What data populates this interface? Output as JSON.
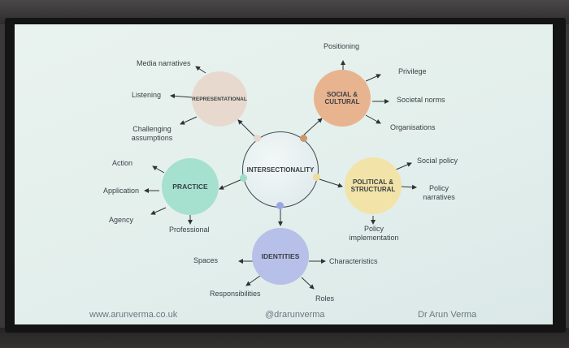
{
  "center": {
    "label": "INTERSECTIONALITY"
  },
  "nodes": [
    {
      "id": "representational",
      "label": "REPRESENTATIONAL",
      "color": "#e7d9cd",
      "children": [
        "Media narratives",
        "Listening",
        "Challenging assumptions"
      ]
    },
    {
      "id": "social-cultural",
      "label": "SOCIAL & CULTURAL",
      "color": "#e8b48f",
      "children": [
        "Positioning",
        "Privilege",
        "Societal norms",
        "Organisations"
      ]
    },
    {
      "id": "political-structural",
      "label": "POLITICAL & STRUCTURAL",
      "color": "#f2e3a8",
      "children": [
        "Social policy",
        "Policy narratives",
        "Policy implementation"
      ]
    },
    {
      "id": "practice",
      "label": "PRACTICE",
      "color": "#a6e0cf",
      "children": [
        "Action",
        "Application",
        "Agency",
        "Professional"
      ]
    },
    {
      "id": "identities",
      "label": "IDENTITIES",
      "color": "#b7c0e8",
      "children": [
        "Spaces",
        "Characteristics",
        "Responsibilities",
        "Roles"
      ]
    }
  ],
  "footer": {
    "website": "www.arunverma.co.uk",
    "handle": "@drarunverma",
    "author": "Dr Arun Verma"
  }
}
